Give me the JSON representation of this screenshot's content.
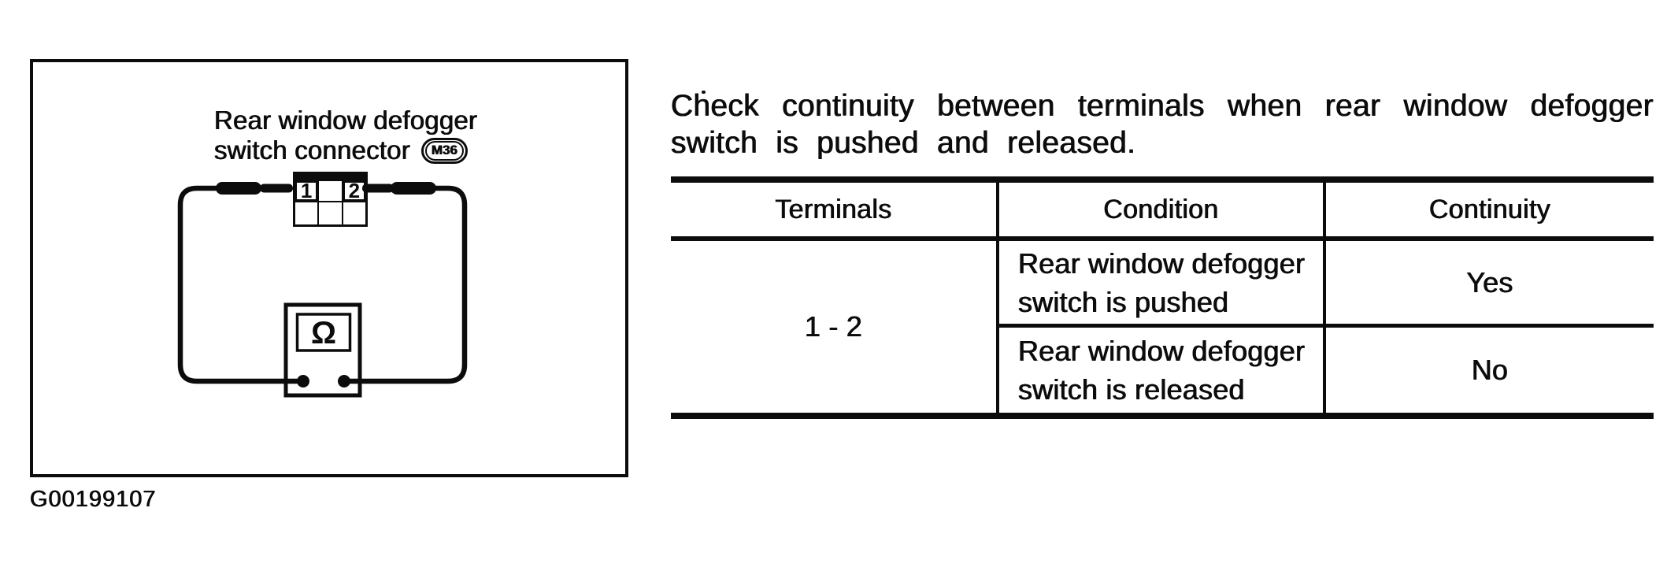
{
  "colors": {
    "ink": "#0c0c0c",
    "background": "#ffffff"
  },
  "diagram": {
    "label_line1": "Rear window defogger",
    "label_line2": "switch connector",
    "connector_badge": "M36",
    "terminal_1": "1",
    "terminal_2": "2",
    "ohm_symbol": "Ω",
    "figure_id": "G00199107"
  },
  "description": {
    "line1_words": [
      "Check",
      "continuity",
      "between",
      "terminals",
      "when",
      "rear",
      "window",
      "defogger"
    ],
    "line2": "switch is pushed and released."
  },
  "table": {
    "headers": [
      "Terminals",
      "Condition",
      "Continuity"
    ],
    "terminals_merged": "1 - 2",
    "rows": [
      {
        "condition": "Rear window defogger switch is pushed",
        "continuity": "Yes"
      },
      {
        "condition": "Rear window defogger switch is released",
        "continuity": "No"
      }
    ]
  }
}
